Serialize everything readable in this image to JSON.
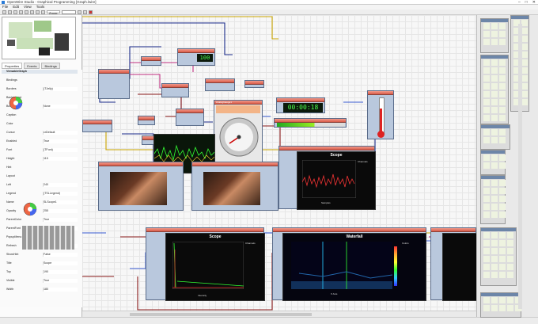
{
  "window": {
    "title": "OpenWire Studio - Graphical Programming [Graph.lwire]",
    "controls": [
      "–",
      "□",
      "✕"
    ]
  },
  "menu": [
    "File",
    "Edit",
    "View",
    "Tools"
  ],
  "toolbar": {
    "zoom": "Zoom:"
  },
  "left_panel": {
    "tabs": [
      "Properties",
      "Events",
      "Bindings"
    ],
    "properties": [
      {
        "k": "ViewableGraph",
        "v": "",
        "hdr": true
      },
      {
        "k": "Bindings",
        "v": ""
      },
      {
        "k": "Borders",
        "v": "(TJelly)"
      },
      {
        "k": "Background",
        "v": ""
      },
      {
        "k": "Box Style",
        "v": "None"
      },
      {
        "k": "Caption",
        "v": ""
      },
      {
        "k": "Color",
        "v": ""
      },
      {
        "k": "Cursor",
        "v": "crDefault"
      },
      {
        "k": "Enabled",
        "v": "True"
      },
      {
        "k": "Font",
        "v": "(TFont)"
      },
      {
        "k": "Height",
        "v": "115"
      },
      {
        "k": "Hint",
        "v": ""
      },
      {
        "k": "Layout",
        "v": ""
      },
      {
        "k": "Left",
        "v": "240"
      },
      {
        "k": "Legend",
        "v": "(TSLLegend)"
      },
      {
        "k": "Name",
        "v": "SLScope1"
      },
      {
        "k": "Opacity",
        "v": "255"
      },
      {
        "k": "ParentColor",
        "v": "True"
      },
      {
        "k": "ParentFont",
        "v": "True"
      },
      {
        "k": "PopupMenu",
        "v": ""
      },
      {
        "k": "Refresh",
        "v": "(TSLRefresh)"
      },
      {
        "k": "ShowHint",
        "v": "False"
      },
      {
        "k": "Title",
        "v": "Scope"
      },
      {
        "k": "Top",
        "v": "190"
      },
      {
        "k": "Visible",
        "v": "True"
      },
      {
        "k": "Width",
        "v": "180"
      }
    ]
  },
  "canvas": {
    "lcd1": "100",
    "lcd2": "00:00:18",
    "scope1_title": "Scope",
    "scope1_xlabel": "Samples",
    "scope1_legend": "Channels",
    "scope2_title": "Scope",
    "scope2_xlabel": "Intensity",
    "scope2_legend": "Channels",
    "waterfall_title": "Waterfall",
    "waterfall_xlabel": "X Axis",
    "waterfall_legend": "Colors",
    "gauge_label": "AnalogGauge1"
  },
  "colors": {
    "accent": "#d95a48",
    "panel": "#b9c8dd",
    "link": "#1a2a8a"
  }
}
